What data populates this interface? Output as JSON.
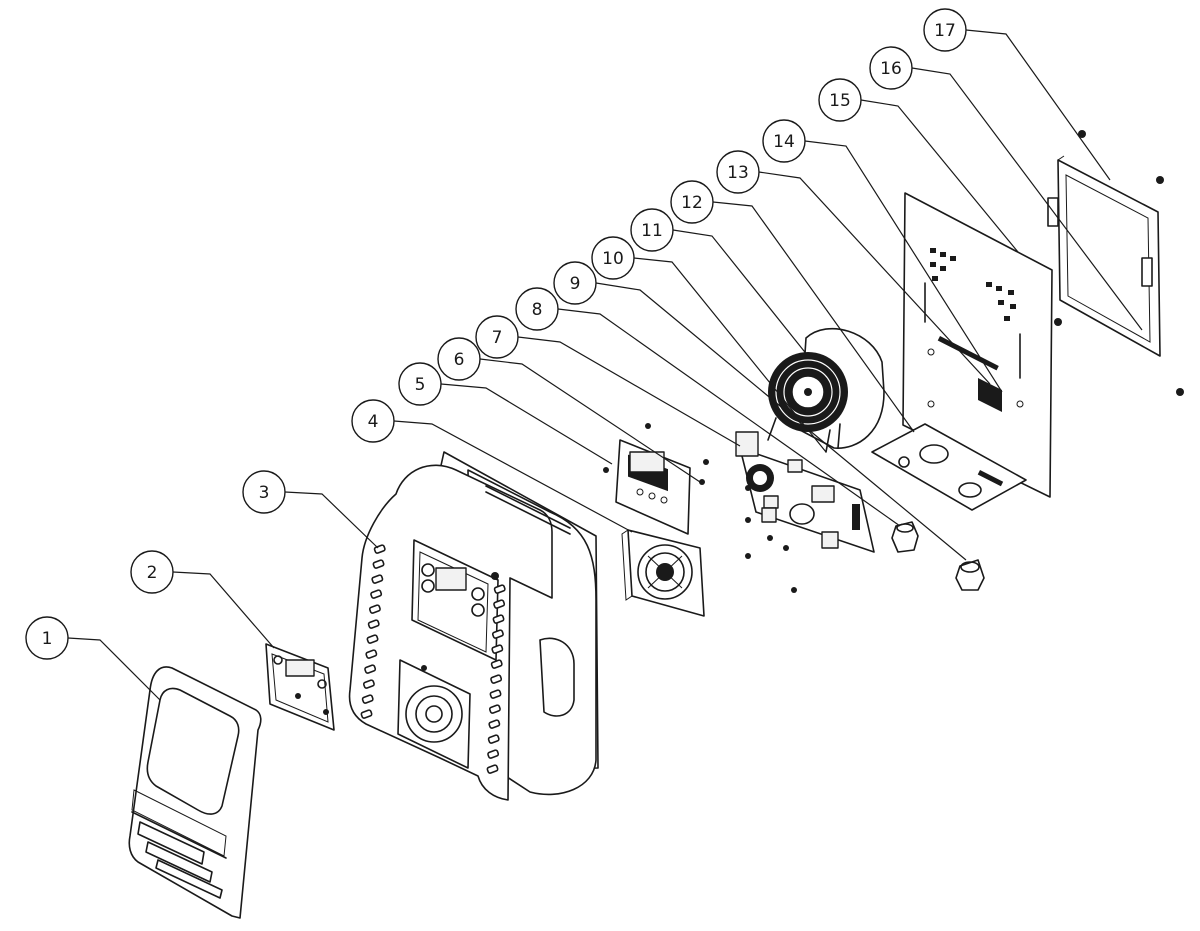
{
  "callouts": [
    {
      "number": "1",
      "part": "front-cover"
    },
    {
      "number": "2",
      "part": "control-panel-overlay"
    },
    {
      "number": "3",
      "part": "main-housing"
    },
    {
      "number": "4",
      "part": "cooling-fan"
    },
    {
      "number": "5",
      "part": "display-board"
    },
    {
      "number": "6",
      "part": "board-screws"
    },
    {
      "number": "7",
      "part": "power-board"
    },
    {
      "number": "8",
      "part": "cable-gland-small"
    },
    {
      "number": "9",
      "part": "cable-gland-large"
    },
    {
      "number": "10",
      "part": "transformer-mount"
    },
    {
      "number": "11",
      "part": "toroidal-transformer"
    },
    {
      "number": "12",
      "part": "bottom-bracket"
    },
    {
      "number": "13",
      "part": "terminal-block"
    },
    {
      "number": "14",
      "part": "plate-fastener"
    },
    {
      "number": "15",
      "part": "mounting-plate"
    },
    {
      "number": "16",
      "part": "back-frame-screw"
    },
    {
      "number": "17",
      "part": "back-frame"
    }
  ],
  "colors": {
    "line": "#1a1a1a",
    "background": "#ffffff"
  }
}
